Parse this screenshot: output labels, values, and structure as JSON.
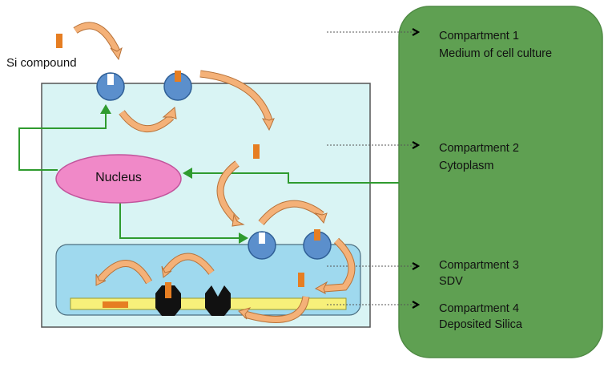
{
  "si_compound_label": "Si compound",
  "nucleus_label": "Nucleus",
  "compartments": [
    {
      "title": "Compartment 1",
      "subtitle": "Medium of cell culture"
    },
    {
      "title": "Compartment 2",
      "subtitle": "Cytoplasm"
    },
    {
      "title": "Compartment 3",
      "subtitle": "SDV"
    },
    {
      "title": "Compartment 4",
      "subtitle": "Deposited Silica"
    }
  ],
  "colors": {
    "panel_green": "#5fa052",
    "panel_border": "#4f8a44",
    "cell_fill": "#d9f4f4",
    "cell_border": "#555555",
    "sdv_fill": "#9fd9ee",
    "nucleus_fill": "#f089c8",
    "nucleus_border": "#c2549c",
    "transporter_fill": "#5b8fcc",
    "transporter_border": "#2f5f96",
    "si_orange": "#e67e22",
    "curved_arrow_fill": "#f4b178",
    "curved_arrow_border": "#b8733a",
    "signal_green": "#2f9b2f",
    "silica_yellow": "#f7f07a",
    "protein_black": "#111111"
  },
  "icons": [
    "transporter-icon",
    "si-compound-icon",
    "curved-arrow-icon",
    "silica-binding-protein-icon"
  ]
}
